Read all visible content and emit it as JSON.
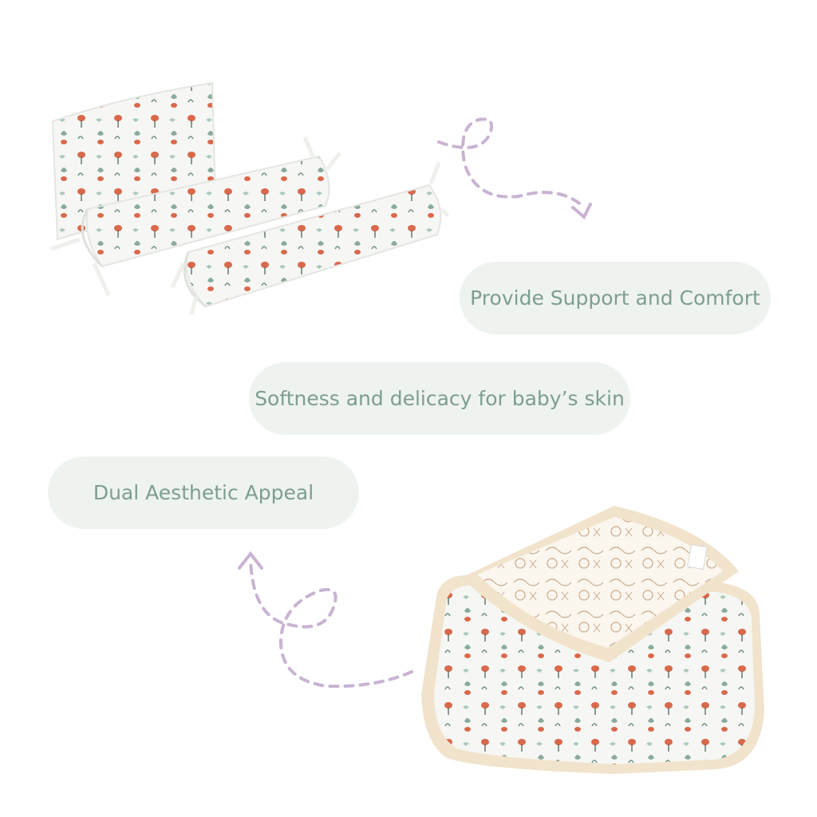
{
  "features": {
    "support": "Provide Support and Comfort",
    "softness": "Softness and delicacy for baby’s skin",
    "dual": "Dual Aesthetic Appeal"
  },
  "colors": {
    "pill_bg": "#eef3f0",
    "pill_text": "#7e9e8e",
    "arrow": "#c9b3d3",
    "fabric": "#f6f7f4",
    "flower": "#d9694c",
    "leaf": "#8aab9b",
    "trim": "#f1e3cc"
  },
  "icons": {
    "top_arrow": "dashed-curly-arrow-icon",
    "bottom_arrow": "dashed-curly-arrow-icon"
  }
}
